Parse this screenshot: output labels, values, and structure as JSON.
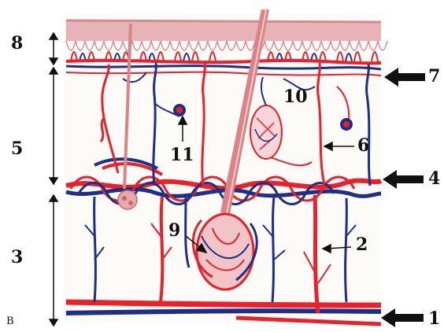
{
  "figure_letter": "B",
  "labels": {
    "l1": "1",
    "l2": "2",
    "l3": "3",
    "l4": "4",
    "l5": "5",
    "l6": "6",
    "l7": "7",
    "l8": "8",
    "l9": "9",
    "l10": "10",
    "l11": "11"
  },
  "colors": {
    "artery": "#e8212a",
    "vein": "#1f2f86",
    "epidermis": "#e8b3b6",
    "epidermis_dark": "#d58a90",
    "hair": "#d98588",
    "background": "#fdfbf8",
    "label": "#111111"
  }
}
